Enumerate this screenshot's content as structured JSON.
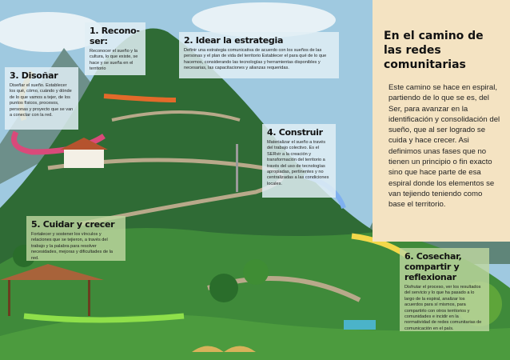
{
  "intro": {
    "title": "En el camino de las redes comunitarias",
    "body": "Este camino se hace en espiral, partiendo de lo que se es, del Ser, para avanzar en la identificación y consolidación del sueño, que al ser logrado se cuida y hace crecer. Asi definimos unas fases que no tienen un principio o fin exacto sino que hace parte de esa espiral donde los elementos se van tejiendo teniendo como base el territorio."
  },
  "steps": [
    {
      "title": "1. Recono-ser:",
      "text": "Reconocer el sueño y la cultura, lo que existe, se hace y se sueña en el territorio"
    },
    {
      "title": "2. Idear la estrategia",
      "text": "Definir una estrategia comunicativa de acuerdo con los sueños de las personas y el plan de vida del territorio Establecer el para qué de lo que hacemos, considerando las tecnologías y herramientas disponibles y necesarias, las capacitaciones y alianzas requeridas."
    },
    {
      "title": "3. Disoñar",
      "text": "Diseñar el sueño. Establecer los qué, cómo, cuándo y dónde de lo que vamos a tejer, de los puntos físicos, procesos, personas y proyecto que se van a conectar con la red."
    },
    {
      "title": "4. Construir",
      "text": "Materializar el sueño a través del trabajo colectivo.  Es el SERvir a la  creación y transformación del territorio a través del uso de tecnologías apropiadas, pertinentes y no centralizadas a las condiciones locales."
    },
    {
      "title": "5. Cuidar y crecer",
      "text": "Fortalecer y sostener los vínculos y relaciones que se tejieron, a través del trabajo y la palabra para resolver necesidades, mejoras y dificultades de la red."
    },
    {
      "title": "6. Cosechar, compartir y reflexionar",
      "text": "Disfrutar el proceso, ver los resultados del servicio y lo que ha pasado a lo largo de la espiral, analizar los acuerdos para sí mismos, para compartirlo con otros territorios y comunidades e incidir en la normatividad de redes comunitarias de comunicación en el país."
    }
  ],
  "colors": {
    "sky": "#9fc9e0",
    "hill": "#2f6b35",
    "panel": "#f4e3c2"
  }
}
